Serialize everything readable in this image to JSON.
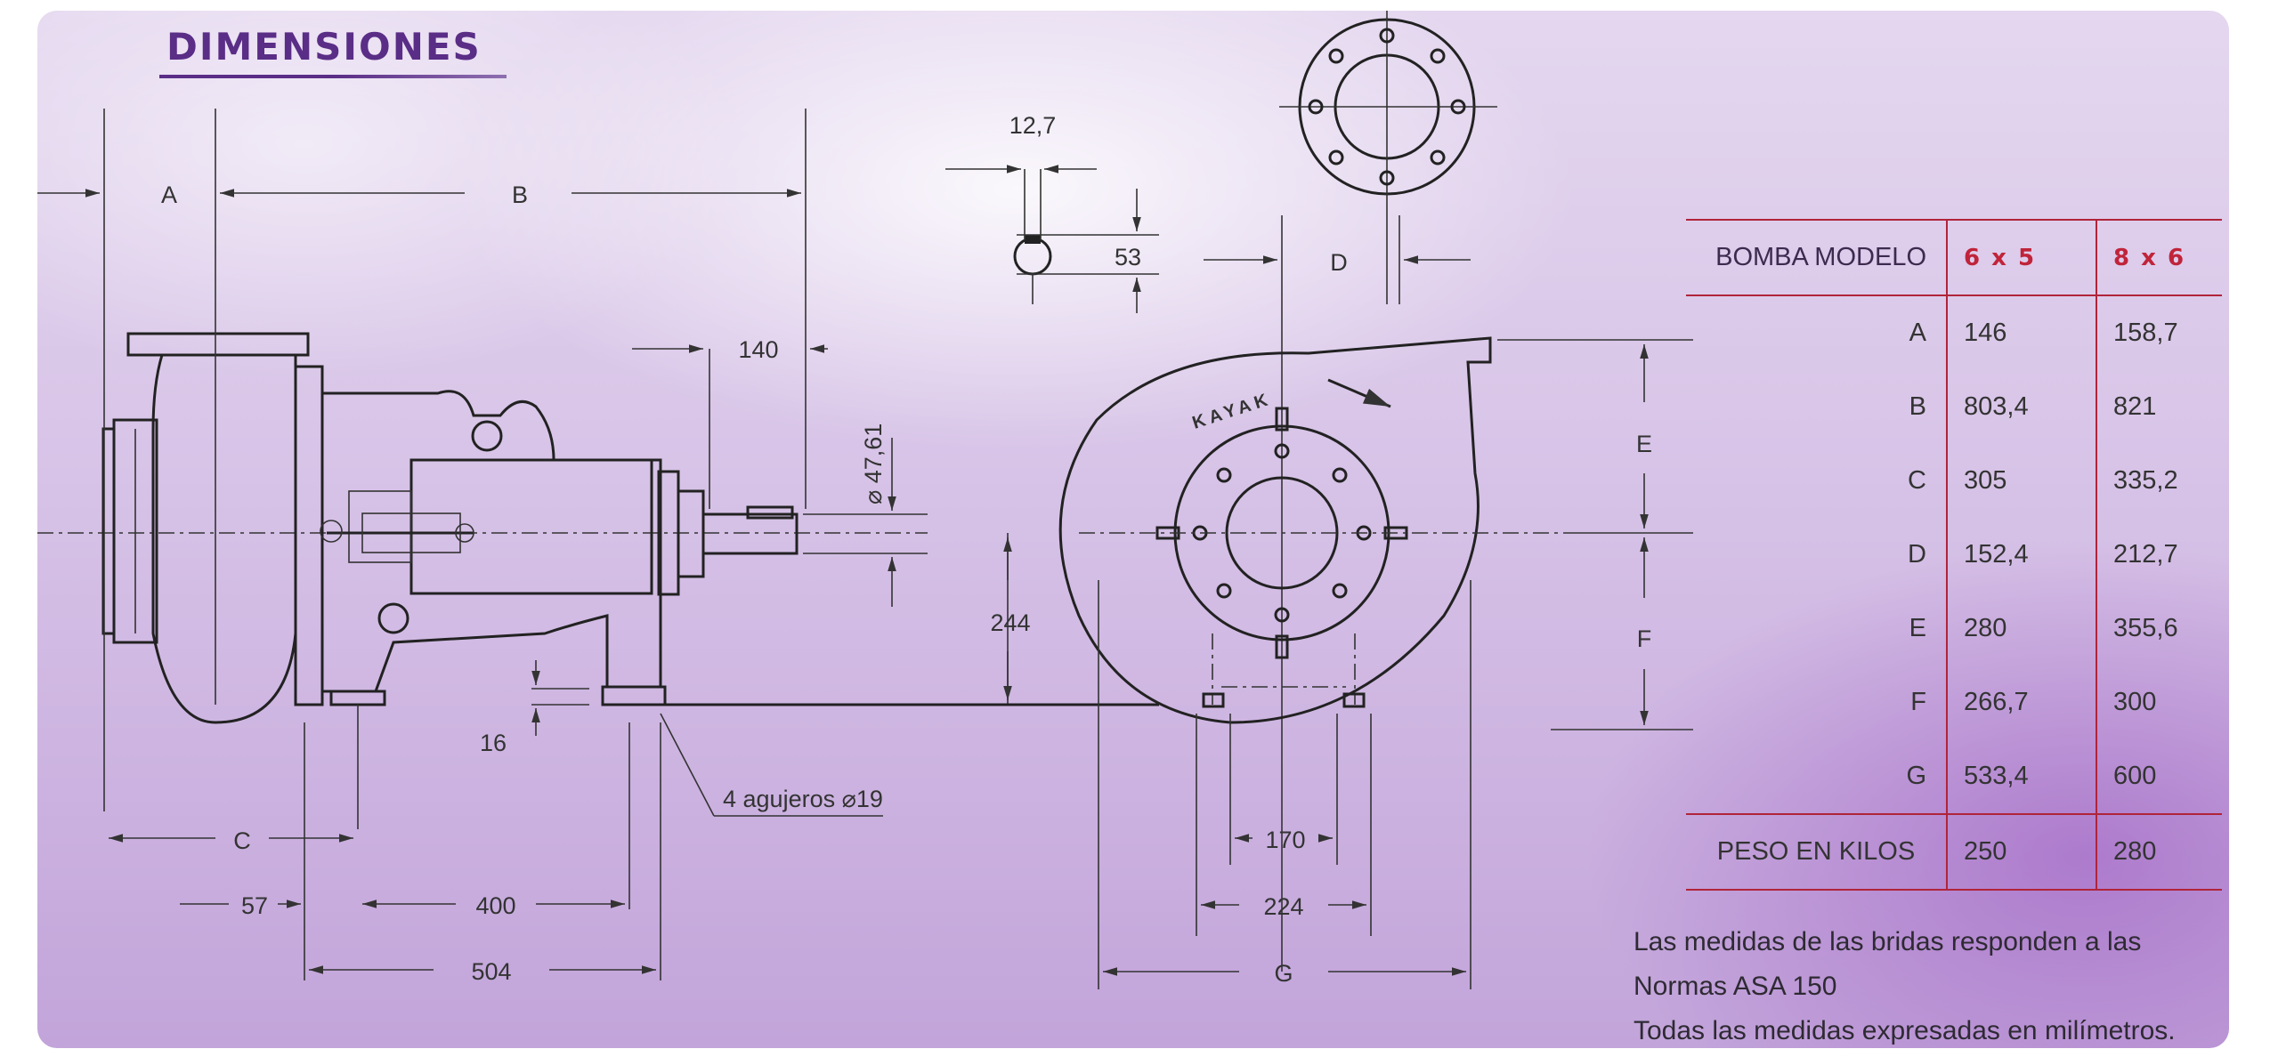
{
  "title": "DIMENSIONES",
  "brand_mark": "KAYAK",
  "colors": {
    "title": "#5a2d86",
    "table_lines": "#b0243a",
    "model_header": "#c0243a",
    "line_art": "#222222"
  },
  "dimension_labels": {
    "A": "A",
    "B": "B",
    "C": "C",
    "D": "D",
    "E": "E",
    "F": "F",
    "G": "G",
    "d_12_7": "12,7",
    "d_53": "53",
    "d_140": "140",
    "d_shaft": "⌀ 47,61",
    "d_244": "244",
    "d_16": "16",
    "d_holes": "4 agujeros ⌀19",
    "d_57": "57",
    "d_400": "400",
    "d_504": "504",
    "d_170": "170",
    "d_224": "224"
  },
  "table": {
    "header": {
      "label": "BOMBA MODELO",
      "model_a": "6 x 5",
      "model_b": "8 x 6"
    },
    "rows": [
      {
        "label": "A",
        "model_a": "146",
        "model_b": "158,7"
      },
      {
        "label": "B",
        "model_a": "803,4",
        "model_b": "821"
      },
      {
        "label": "C",
        "model_a": "305",
        "model_b": "335,2"
      },
      {
        "label": "D",
        "model_a": "152,4",
        "model_b": "212,7"
      },
      {
        "label": "E",
        "model_a": "280",
        "model_b": "355,6"
      },
      {
        "label": "F",
        "model_a": "266,7",
        "model_b": "300"
      },
      {
        "label": "G",
        "model_a": "533,4",
        "model_b": "600"
      }
    ],
    "footer": {
      "label": "PESO EN KILOS",
      "model_a": "250",
      "model_b": "280"
    }
  },
  "notes": [
    "Las medidas de las bridas responden a las",
    "Normas ASA 150",
    "Todas las medidas expresadas en milímetros."
  ]
}
